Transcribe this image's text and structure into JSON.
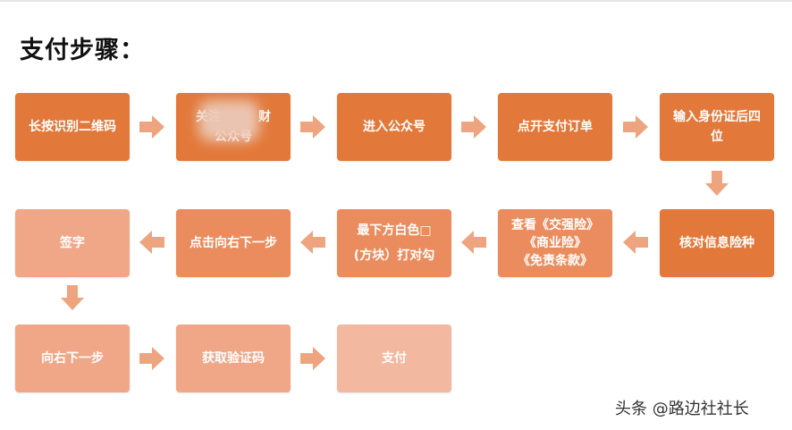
{
  "title": "支付步骤：",
  "colors": {
    "dark": "#e2793b",
    "medium": "#ea8c5e",
    "light": "#efa788",
    "lightest": "#f2b8a0",
    "arrow": "#eea57f"
  },
  "steps": [
    {
      "label": "长按识别二维码",
      "tone": "dark"
    },
    {
      "label": "关注　　　财\n公众号",
      "tone": "dark"
    },
    {
      "label": "进入公众号",
      "tone": "dark"
    },
    {
      "label": "点开支付订单",
      "tone": "dark"
    },
    {
      "label": "输入身份证后四\n位",
      "tone": "dark"
    },
    {
      "label": "核对信息险种",
      "tone": "dark"
    },
    {
      "label": "查看《交强险》\n《商业险》\n《免责条款》",
      "tone": "medium"
    },
    {
      "label": "最下方白色□\n(方块）打对勾",
      "tone": "medium"
    },
    {
      "label": "点击向右下一步",
      "tone": "medium"
    },
    {
      "label": "签字",
      "tone": "light"
    },
    {
      "label": "向右下一步",
      "tone": "light"
    },
    {
      "label": "获取验证码",
      "tone": "light"
    },
    {
      "label": "支付",
      "tone": "lightest"
    }
  ],
  "watermark": "头条 @路边社社长"
}
